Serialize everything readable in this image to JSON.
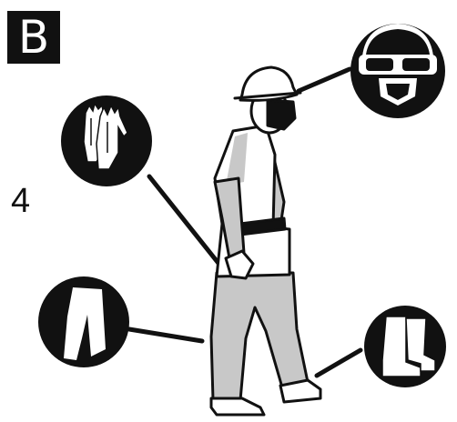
{
  "section_label": "B",
  "step_number": "4",
  "figure": {
    "subject": "worker-in-protective-clothing",
    "ppe_items": [
      {
        "icon": "hard-hat-goggles-respirator-icon"
      },
      {
        "icon": "gloves-icon"
      },
      {
        "icon": "trousers-icon"
      },
      {
        "icon": "rubber-boots-icon"
      }
    ]
  },
  "colors": {
    "ink": "#111111",
    "clothing": "#c8c8c8",
    "background": "#ffffff"
  }
}
